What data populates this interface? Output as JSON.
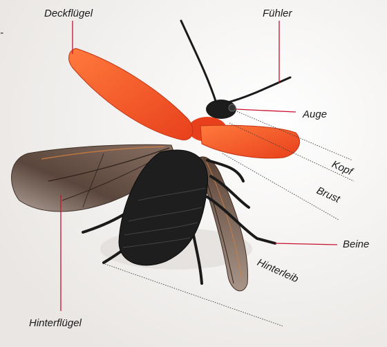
{
  "diagram": {
    "labels": {
      "deckfluegel": "Deckflügel",
      "fuehler": "Fühler",
      "auge": "Auge",
      "kopf": "Kopf",
      "brust": "Brust",
      "beine": "Beine",
      "hinterleib": "Hinterleib",
      "hinterfluegel": "Hinterflügel",
      "stray_mark": "-"
    },
    "colors": {
      "leader_line": "#c8102e",
      "elytra": "#f0562a",
      "body": "#1e1e1e",
      "wing": "#6b5548"
    }
  }
}
